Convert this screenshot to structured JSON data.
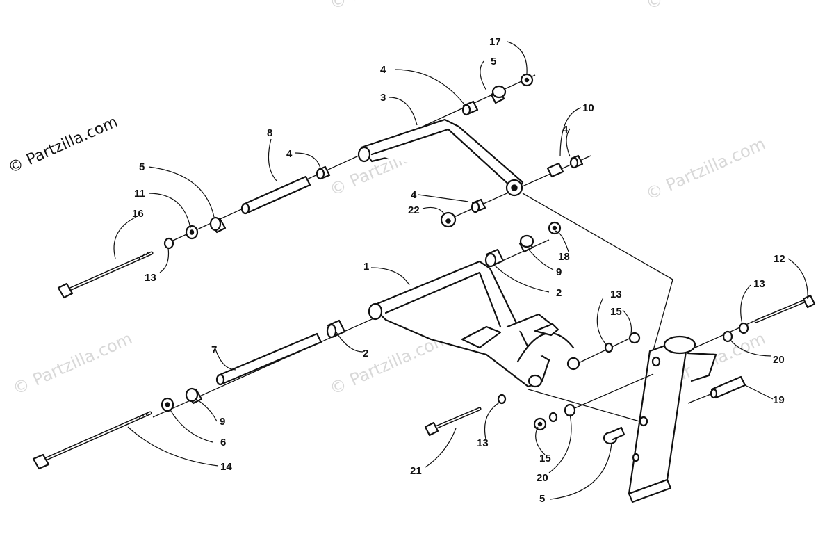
{
  "watermark": {
    "text": "© Partzilla.com"
  },
  "callouts": [
    {
      "id": "c17",
      "label": "17"
    },
    {
      "id": "c5a",
      "label": "5"
    },
    {
      "id": "c4a",
      "label": "4"
    },
    {
      "id": "c3",
      "label": "3"
    },
    {
      "id": "c10",
      "label": "10"
    },
    {
      "id": "c4b",
      "label": "4"
    },
    {
      "id": "c8",
      "label": "8"
    },
    {
      "id": "c4c",
      "label": "4"
    },
    {
      "id": "c5b",
      "label": "5"
    },
    {
      "id": "c11",
      "label": "11"
    },
    {
      "id": "c16",
      "label": "16"
    },
    {
      "id": "c13a",
      "label": "13"
    },
    {
      "id": "c4d",
      "label": "4"
    },
    {
      "id": "c22",
      "label": "22"
    },
    {
      "id": "c18",
      "label": "18"
    },
    {
      "id": "c9a",
      "label": "9"
    },
    {
      "id": "c1",
      "label": "1"
    },
    {
      "id": "c2a",
      "label": "2"
    },
    {
      "id": "c12",
      "label": "12"
    },
    {
      "id": "c13b",
      "label": "13"
    },
    {
      "id": "c15a",
      "label": "15"
    },
    {
      "id": "c13c",
      "label": "13"
    },
    {
      "id": "c20a",
      "label": "20"
    },
    {
      "id": "c7",
      "label": "7"
    },
    {
      "id": "c2b",
      "label": "2"
    },
    {
      "id": "c19",
      "label": "19"
    },
    {
      "id": "c9b",
      "label": "9"
    },
    {
      "id": "c6",
      "label": "6"
    },
    {
      "id": "c14",
      "label": "14"
    },
    {
      "id": "c13d",
      "label": "13"
    },
    {
      "id": "c21",
      "label": "21"
    },
    {
      "id": "c15b",
      "label": "15"
    },
    {
      "id": "c20b",
      "label": "20"
    },
    {
      "id": "c5c",
      "label": "5"
    }
  ]
}
